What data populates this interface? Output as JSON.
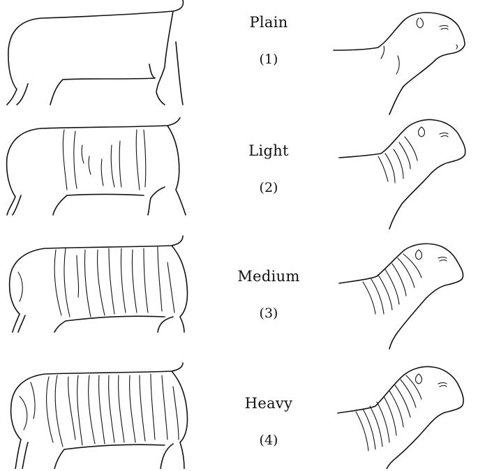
{
  "grades": [
    {
      "label": "Plain",
      "number": "(1)"
    },
    {
      "label": "Light",
      "number": "(2)"
    },
    {
      "label": "Medium",
      "number": "(3)"
    },
    {
      "label": "Heavy",
      "number": "(4)"
    }
  ]
}
